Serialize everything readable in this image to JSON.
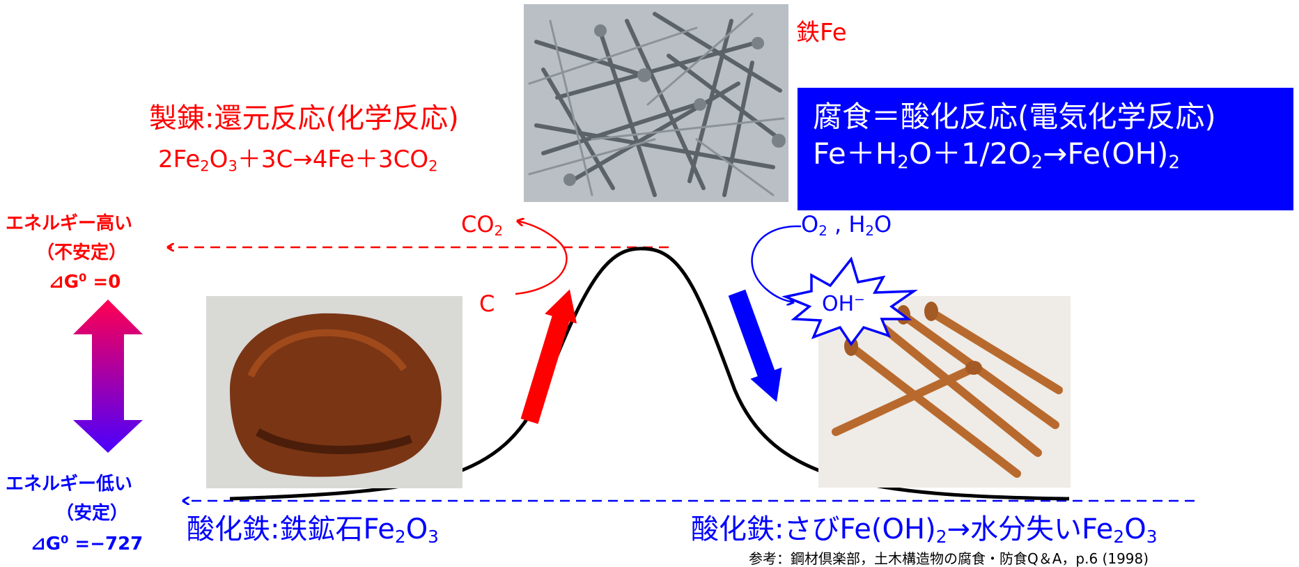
{
  "iron": {
    "label_kanji": "鉄",
    "label_symbol": "Fe"
  },
  "smelting": {
    "title": "製錬:還元反応(化学反応)",
    "eq_a": "2Fe",
    "eq_b": "2",
    "eq_c": "O",
    "eq_d": "3",
    "eq_e": "＋3C→4Fe＋3CO",
    "eq_f": "2"
  },
  "corrosion": {
    "title": "腐食＝酸化反応(電気化学反応)",
    "eq_a": "Fe＋H",
    "eq_b": "2",
    "eq_c": "O＋1/2O",
    "eq_d": "2",
    "eq_e": "→Fe(OH)",
    "eq_f": "2"
  },
  "energy_high": {
    "line1": "エネルギー高い",
    "line2": "（不安定）",
    "dg_a": "⊿G",
    "dg_sup": "0",
    "dg_b": " =0"
  },
  "energy_low": {
    "line1": "エネルギー低い",
    "line2": "（安定）",
    "dg_a": "⊿G",
    "dg_sup": "0",
    "dg_b": " =−727"
  },
  "co2": {
    "a": "CO",
    "b": "2"
  },
  "carbon": "C",
  "reactants": {
    "a": "O",
    "b": "2",
    "c": " , H",
    "d": "2",
    "e": "O"
  },
  "hydroxide": "OH",
  "hydroxide_charge": "−",
  "iron_oxide_ore": {
    "a": "酸化鉄:鉄鉱石Fe",
    "b": "2",
    "c": "O",
    "d": "3"
  },
  "iron_oxide_rust": {
    "a": "酸化鉄:さびFe(OH)",
    "b": "2",
    "c": "→水分失いFe",
    "d": "2",
    "e": "O",
    "f": "3"
  },
  "reference": "参考：鋼材倶楽部，土木構造物の腐食・防食Q＆A，p.6 (1998)",
  "colors": {
    "red": "#ff0000",
    "blue": "#0000ff",
    "gradient_top": "#ff0050",
    "gradient_bottom": "#4a00ff"
  },
  "icons": [
    "double-arrow-icon",
    "up-arrow-icon",
    "down-arrow-icon",
    "starburst-icon"
  ]
}
